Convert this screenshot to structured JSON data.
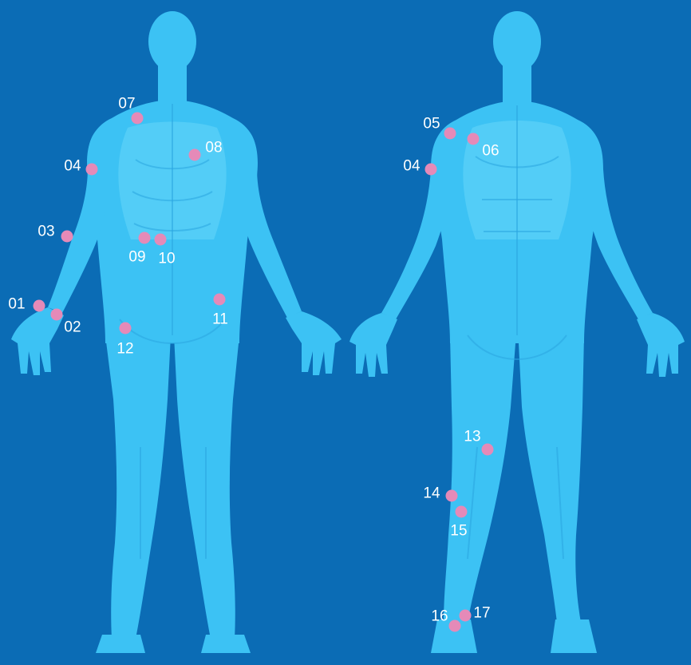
{
  "colors": {
    "background": "#0b6cb5",
    "body": "#3cc2f4",
    "marker": "#e58ab8",
    "label": "#ffffff"
  },
  "figures": [
    {
      "name": "back-view"
    },
    {
      "name": "front-view"
    }
  ],
  "points": [
    {
      "id": "p01-back",
      "label": "01"
    },
    {
      "id": "p02-back",
      "label": "02"
    },
    {
      "id": "p03-back",
      "label": "03"
    },
    {
      "id": "p04-back",
      "label": "04"
    },
    {
      "id": "p07-back",
      "label": "07"
    },
    {
      "id": "p08-back",
      "label": "08"
    },
    {
      "id": "p09-back",
      "label": "09"
    },
    {
      "id": "p10-back",
      "label": "10"
    },
    {
      "id": "p11-back",
      "label": "11"
    },
    {
      "id": "p12-back",
      "label": "12"
    },
    {
      "id": "p05-front",
      "label": "05"
    },
    {
      "id": "p06-front",
      "label": "06"
    },
    {
      "id": "p04-front",
      "label": "04"
    },
    {
      "id": "p13-front",
      "label": "13"
    },
    {
      "id": "p14-front",
      "label": "14"
    },
    {
      "id": "p15-front",
      "label": "15"
    },
    {
      "id": "p16-front",
      "label": "16"
    },
    {
      "id": "p17-front",
      "label": "17"
    }
  ]
}
